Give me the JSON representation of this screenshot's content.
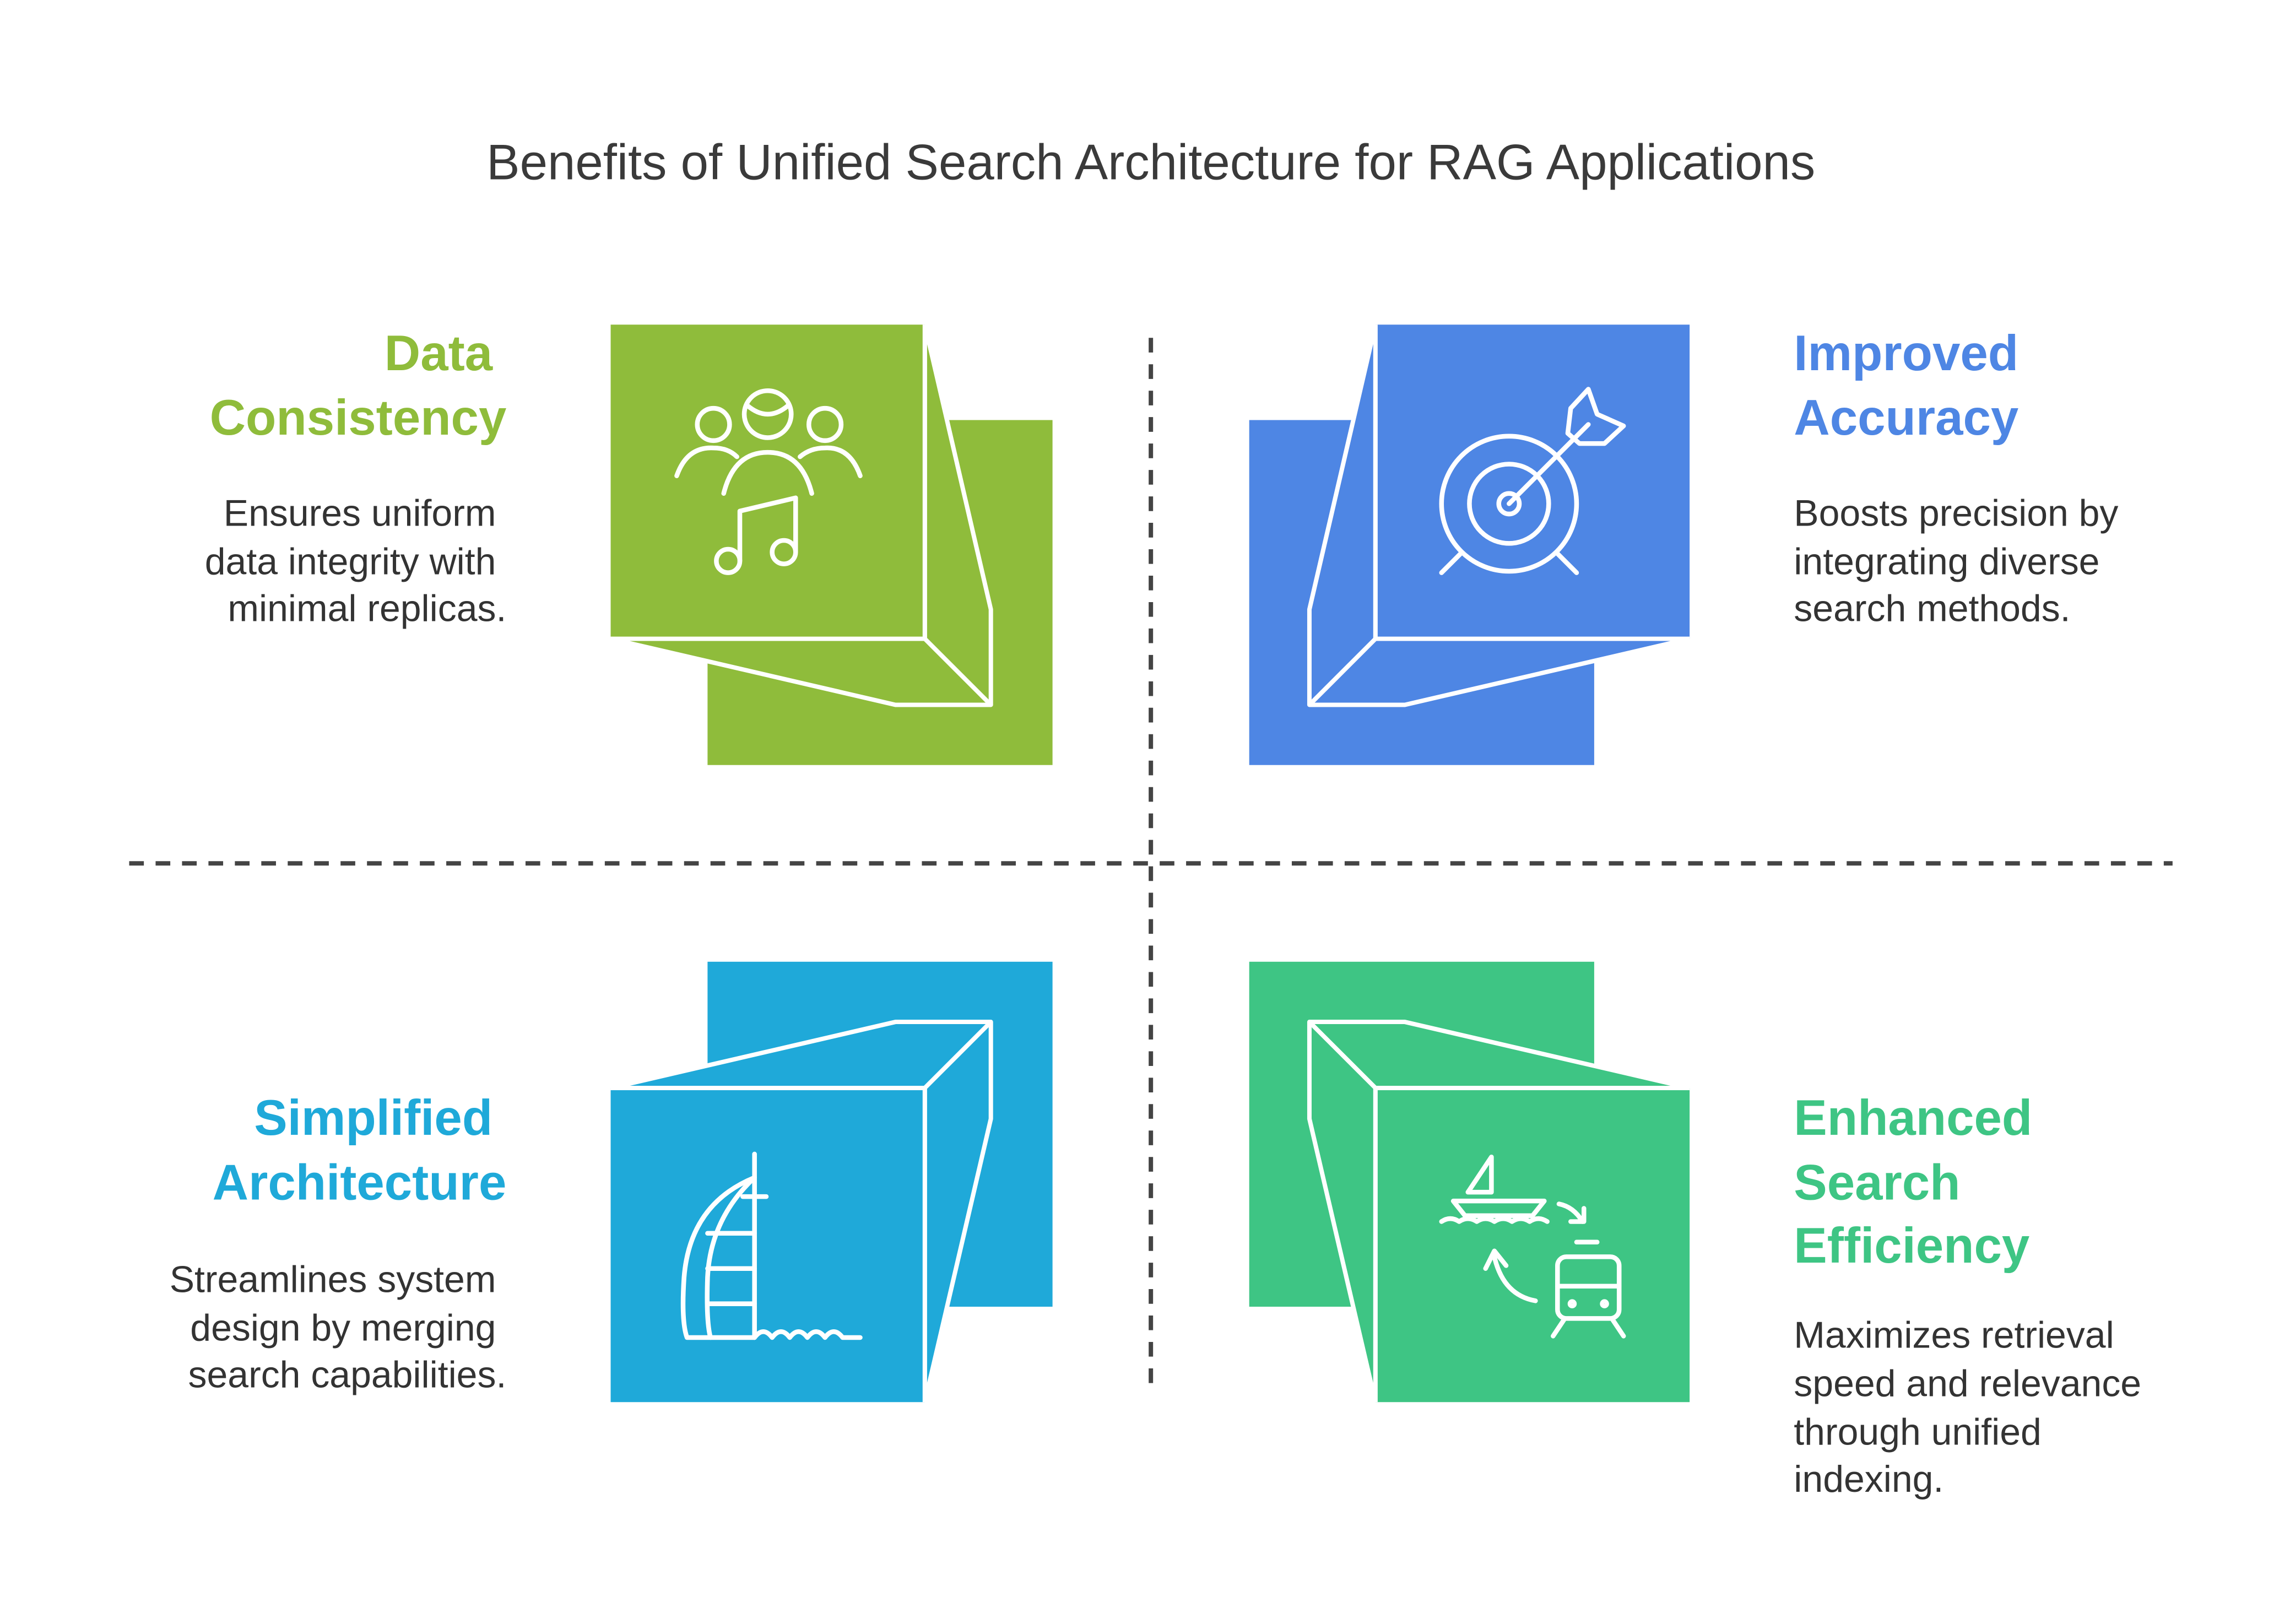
{
  "title": "Benefits of Unified Search Architecture for RAG Applications",
  "colors": {
    "green": "#8fbc3b",
    "blue": "#4e86e4",
    "cyan": "#1fa9d9",
    "emerald": "#3ec584",
    "text": "#333333"
  },
  "quadrants": {
    "data_consistency": {
      "heading": [
        "Data",
        "Consistency"
      ],
      "description": [
        "Ensures uniform",
        "data integrity with",
        "minimal replicas."
      ],
      "icon": "people-music-icon"
    },
    "improved_accuracy": {
      "heading": [
        "Improved",
        "Accuracy"
      ],
      "description": [
        "Boosts precision by",
        "integrating diverse",
        "search methods."
      ],
      "icon": "target-arrow-icon"
    },
    "simplified_architecture": {
      "heading": [
        "Simplified",
        "Architecture"
      ],
      "description": [
        "Streamlines system",
        "design by merging",
        "search capabilities."
      ],
      "icon": "sail-building-icon"
    },
    "enhanced_search_efficiency": {
      "heading": [
        "Enhanced",
        "Search",
        "Efficiency"
      ],
      "description": [
        "Maximizes retrieval",
        "speed and relevance",
        "through unified",
        "indexing."
      ],
      "icon": "boat-train-transfer-icon"
    }
  }
}
